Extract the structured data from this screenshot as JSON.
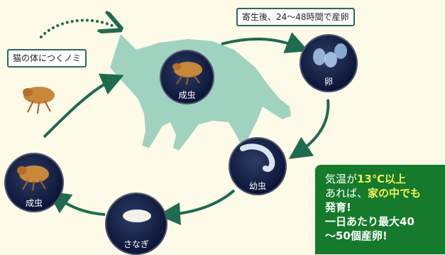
{
  "labels": {
    "cat_body": "猫の体につくノミ",
    "egg_timing": "寄生後、24〜48時間で産卵"
  },
  "stages": {
    "adult_top": "成虫",
    "egg": "卵",
    "larva": "幼虫",
    "pupa": "さなぎ",
    "adult_left": "成虫"
  },
  "note": {
    "line1_a": "気温が",
    "line1_b": "13℃以上",
    "line2_a": "あれば、",
    "line2_b": "家の中でも",
    "line3": "発育!",
    "line4": "一日あたり最大40",
    "line5": "〜50個産卵!"
  },
  "colors": {
    "background": "#fefae8",
    "cat_silhouette": "#9fd3bf",
    "arrow": "#1f6b4f",
    "note_bg": "#157a2b",
    "note_highlight": "#f6f055"
  }
}
